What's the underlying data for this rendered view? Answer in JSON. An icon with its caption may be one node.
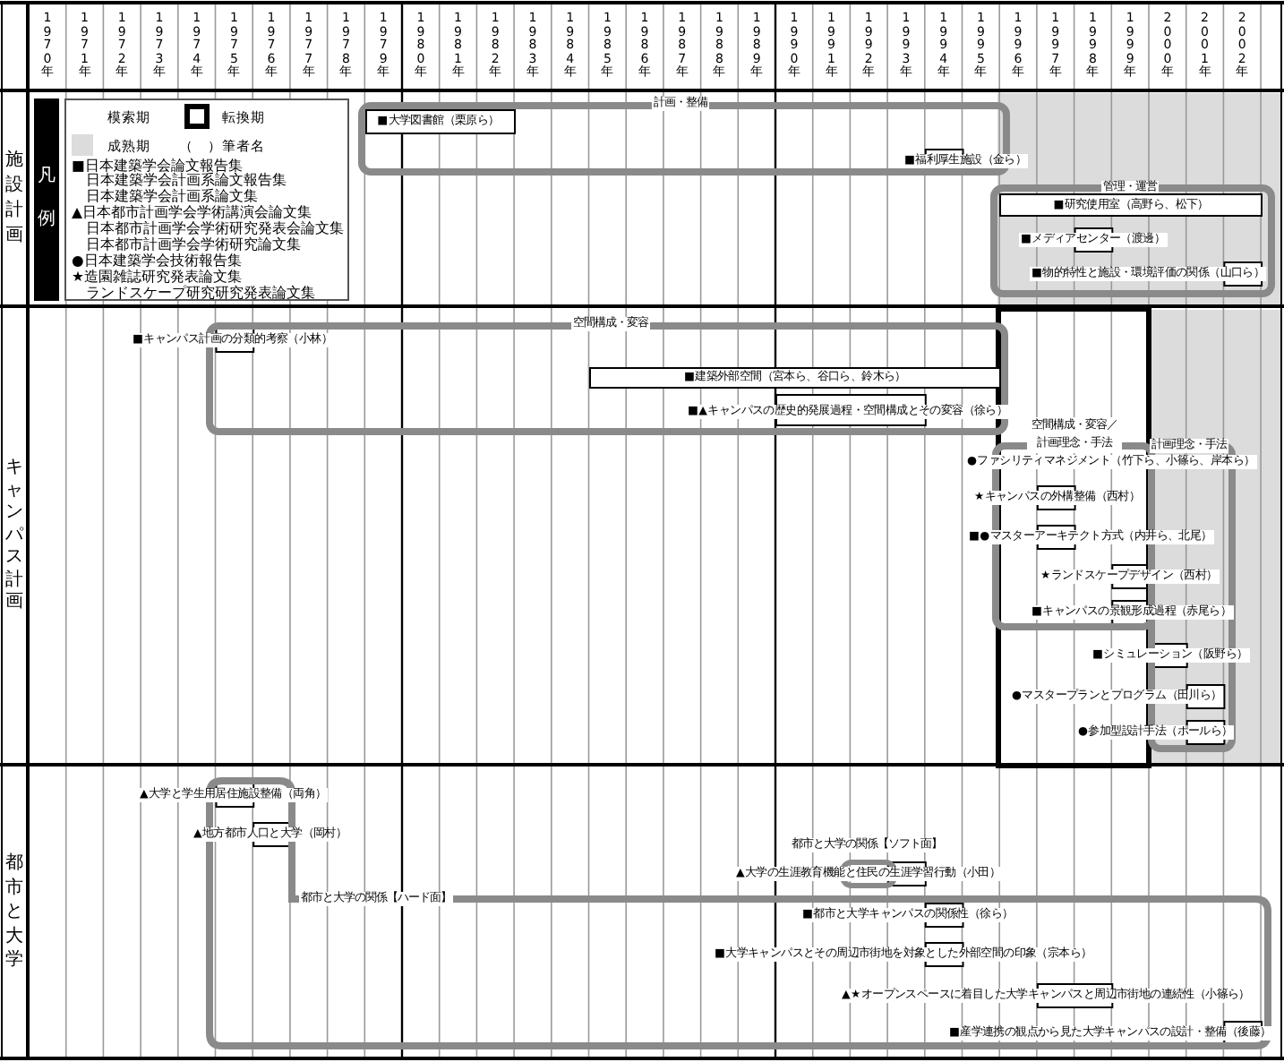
{
  "diagram": {
    "nodes": [
      {
        "text": [
          "施設計画"
        ]
      },
      {
        "text": [
          "計画・整備"
        ],
        "in": 0
      },
      {
        "text": [
          "■大学図書館（栗原ら）"
        ],
        "in": 1
      },
      {
        "text": [
          "■福利厚生施設（金ら）"
        ],
        "in": 0
      },
      {
        "text": [
          "管理・運営"
        ],
        "in": 0
      },
      {
        "text": [
          "■研究使用室（高野ら、松下）"
        ],
        "in": 4
      },
      {
        "text": [
          "■メディアセンター（渡邊）"
        ],
        "in": 4
      },
      {
        "text": [
          "■物的特性と施設・環境評価の関係（山口ら）"
        ],
        "in": 4
      },
      {
        "text": [
          "キャンパス計画"
        ]
      },
      {
        "text": [
          "空間構成・変容"
        ],
        "in": 8
      },
      {
        "text": [
          "■キャンパス計画の分類的考察（小林）"
        ],
        "in": 8
      },
      {
        "text": [
          "■建築外部空間（宮本ら、谷口ら、鈴木ら）"
        ],
        "in": 9
      },
      {
        "text": [
          "■▲キャンパスの歴史的発展過程・空間構成とその変容（徐ら）"
        ],
        "in": 9
      },
      {
        "text": [
          "空間構成・変容／計画理念・手法"
        ],
        "in": 8
      },
      {
        "text": [
          "計画理念・手法"
        ],
        "in": 8
      },
      {
        "text": [
          "●ファシリティマネジメント（竹下ら、小篠ら、岸本ら）"
        ],
        "in": 8
      },
      {
        "text": [
          "★キャンパスの外構整備（西村）"
        ],
        "in": 8
      },
      {
        "text": [
          "■●マスターアーキテクト方式（内井ら、北尾）"
        ],
        "in": 8
      },
      {
        "text": [
          "★ランドスケープデザイン（西村）"
        ],
        "in": 8
      },
      {
        "text": [
          "■キャンパスの景観形成過程（赤尾ら）"
        ],
        "in": 8
      },
      {
        "text": [
          "■シミュレーション（阪野ら）"
        ],
        "in": 8
      },
      {
        "text": [
          "●マスタープランとプログラム（田川ら）"
        ],
        "in": 8
      },
      {
        "text": [
          "●参加型設計手法（ポールら）"
        ],
        "in": 8
      },
      {
        "text": [
          "都市と大学"
        ]
      },
      {
        "text": [
          "都市と大学の関係【ハード面】"
        ],
        "in": 23
      },
      {
        "text": [
          "▲大学と学生用居住施設整備（両角）"
        ],
        "in": 23
      },
      {
        "text": [
          "▲地方都市人口と大学（岡村）"
        ],
        "in": 23
      },
      {
        "text": [
          "都市と大学の関係【ソフト面】"
        ],
        "in": 23
      },
      {
        "text": [
          "▲大学の生涯教育機能と住民の生涯学習行動（小田）"
        ],
        "in": 23
      },
      {
        "text": [
          "■都市と大学キャンパスの関係性（徐ら）"
        ],
        "in": 24
      },
      {
        "text": [
          "■大学キャンパスとその周辺市街地を対象とした外部空間の印象（宗本ら）"
        ],
        "in": 24
      },
      {
        "text": [
          "▲★オープンスペースに着目した大学キャンパスと周辺市街地の連続性（小篠ら）"
        ],
        "in": 24
      },
      {
        "text": [
          "■産学連携の観点から見た大学キャンパスの設計・整備（後藤）"
        ],
        "in": 24
      }
    ],
    "labels": [
      "1970年",
      "1971年",
      "1972年",
      "1973年",
      "1974年",
      "1975年",
      "1976年",
      "1977年",
      "1978年",
      "1979年",
      "1980年",
      "1981年",
      "1982年",
      "1983年",
      "1984年",
      "1985年",
      "1986年",
      "1987年",
      "1988年",
      "1989年",
      "1990年",
      "1991年",
      "1992年",
      "1993年",
      "1994年",
      "1995年",
      "1996年",
      "1997年",
      "1998年",
      "1999年",
      "2000年",
      "2001年",
      "2002年",
      "凡例"
    ],
    "legend": [
      {
        "text": "模索期"
      },
      {
        "text": "転換期"
      },
      {
        "text": "成熟期",
        "color": "#dcdcdc"
      },
      {
        "text": "（　）筆者名"
      },
      {
        "text": "■日本建築学会論文報告集"
      },
      {
        "text": "日本建築学会計画系論文報告集"
      },
      {
        "text": "日本建築学会計画系論文集"
      },
      {
        "text": "▲日本都市計画学会学術講演会論文集"
      },
      {
        "text": "日本都市計画学会学術研究発表会論文集"
      },
      {
        "text": "日本都市計画学会学術研究論文集"
      },
      {
        "text": "●日本建築学会技術報告集"
      },
      {
        "text": "★造園雑誌研究発表論文集"
      },
      {
        "text": "ランドスケープ研究研究発表論文集"
      }
    ]
  }
}
